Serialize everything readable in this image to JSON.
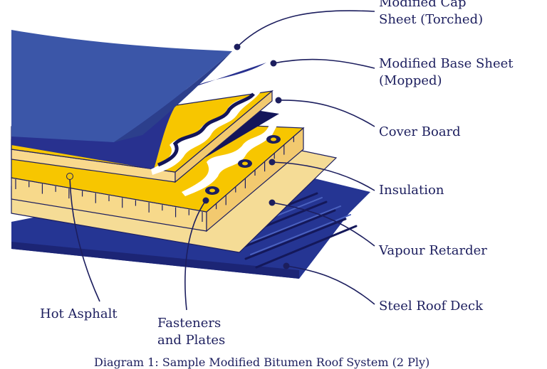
{
  "colors": {
    "navy": "#1c1e5e",
    "cap_blue": "#3b56a8",
    "base_blue": "#28318f",
    "deck_blue": "#253593",
    "asphalt": "#13155a",
    "cover_board": "#f9d98d",
    "insulation": "#f7d98b",
    "vapour_retarder": "#f5dc96",
    "fastener_yellow": "#f7c600"
  },
  "labels": {
    "cap_sheet": [
      "Modified Cap",
      "Sheet (Torched)"
    ],
    "base_sheet": [
      "Modified Base Sheet",
      "(Mopped)"
    ],
    "cover_board": [
      "Cover Board"
    ],
    "insulation": [
      "Insulation"
    ],
    "vapour_retarder": [
      "Vapour Retarder"
    ],
    "steel_deck": [
      "Steel Roof Deck"
    ],
    "hot_asphalt": [
      "Hot Asphalt"
    ],
    "fasteners": [
      "Fasteners",
      "and Plates"
    ]
  },
  "caption": "Diagram 1: Sample Modified Bitumen Roof System (2 Ply)"
}
